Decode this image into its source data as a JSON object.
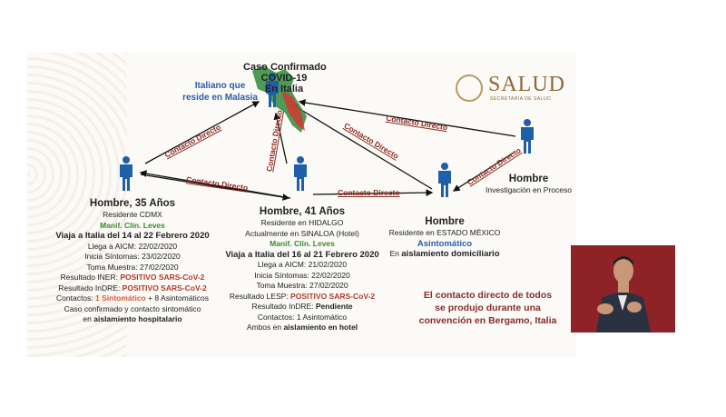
{
  "logo": {
    "text": "SALUD",
    "subtitle": "SECRETARÍA DE SALUD"
  },
  "center": {
    "title1": "Caso Confirmado",
    "title2": "COVID-19",
    "title3": "En Italia"
  },
  "malasia": {
    "line1": "Italiano que",
    "line2": "reside en Malasia"
  },
  "edge_label": "Contacto Directo",
  "p1": {
    "title": "Hombre, 35 Años",
    "l1": "Residente CDMX",
    "l2": "Manif. Clín. Leves",
    "l3": "Viaja a Italia del 14 al 22 Febrero 2020",
    "l4": "Llega a AICM: 22/02/2020",
    "l5": "Inicia Síntomas: 23/02/2020",
    "l6": "Toma Muestra: 27/02/2020",
    "l7a": "Resultado INER: ",
    "l7b": "POSITIVO SARS-CoV-2",
    "l8a": "Resultado InDRE: ",
    "l8b": "POSITIVO SARS-CoV-2",
    "l9a": "Contactos: ",
    "l9b": "1 Sintomático",
    "l9c": " + 8 Asintomáticos",
    "l10": "Caso confirmado y contacto sintomático",
    "l11a": "en ",
    "l11b": "aislamiento hospitalario"
  },
  "p2": {
    "title": "Hombre, 41 Años",
    "l1": "Residente en HIDALGO",
    "l2": "Actualmente en SINALOA (Hotel)",
    "l3": "Manif. Clín. Leves",
    "l4": "Viaja a Italia del 16 al 21 Febrero 2020",
    "l5": "Llega a AICM: 21/02/2020",
    "l6": "Inicia Síntomas: 22/02/2020",
    "l7": "Toma Muestra: 27/02/2020",
    "l8a": "Resultado LESP: ",
    "l8b": "POSITIVO SARS-CoV-2",
    "l9a": "Resultado InDRE: ",
    "l9b": "Pendiente",
    "l10": "Contactos: 1 Asintomático",
    "l11a": "Ambos en ",
    "l11b": "aislamiento en hotel"
  },
  "p3": {
    "title": "Hombre",
    "l1": "Residente en ESTADO MÉXICO",
    "l2": "Asintomático",
    "l3a": "En ",
    "l3b": "aislamiento domiciliario"
  },
  "p4": {
    "title": "Hombre",
    "l1": "Investigación en Proceso"
  },
  "note": {
    "l1": "El contacto directo de todos",
    "l2": "se produjo durante una",
    "l3": "convención en Bergamo, Italia"
  },
  "colors": {
    "person": "#1f5fa8",
    "label": "#8c2a1e",
    "video_bg": "#8e2327"
  }
}
